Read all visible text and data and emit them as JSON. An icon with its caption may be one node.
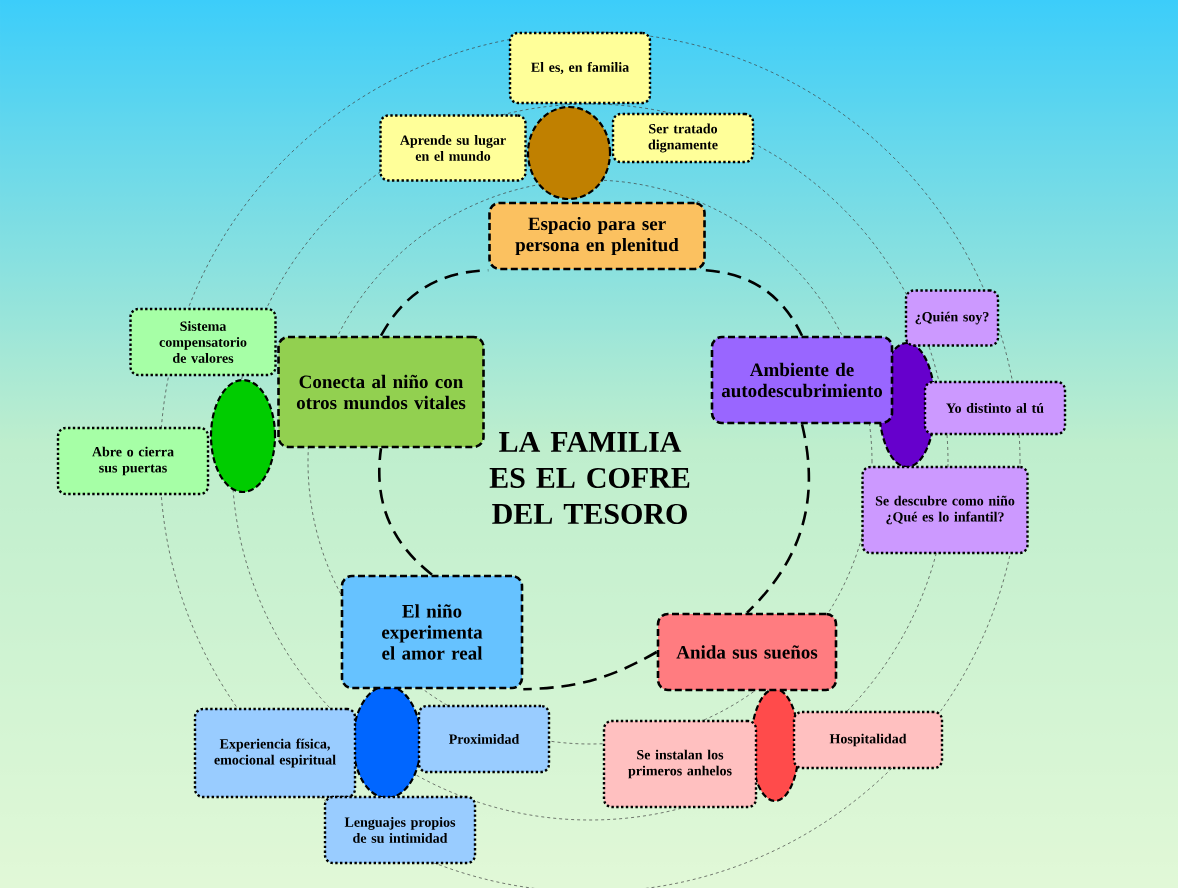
{
  "diagram": {
    "title": "LA FAMILIA ES EL COFRE DEL TESORO",
    "nodes": [
      {
        "text": [
          "El es, en familia"
        ]
      },
      {
        "text": [
          "Aprende su lugar en el mundo"
        ]
      },
      {
        "text": [
          "Ser tratado dignamente"
        ]
      },
      {
        "text": [
          "Espacio para ser persona en plenitud"
        ]
      },
      {
        "text": [
          "Sistema compensatorio de valores"
        ]
      },
      {
        "text": [
          "Ambiente de autodescubrimiento"
        ]
      },
      {
        "text": [
          "¿Quién soy?"
        ]
      },
      {
        "text": [
          "Conecta al niño con otros mundos vitales"
        ]
      },
      {
        "text": [
          "Yo distinto al tú"
        ]
      },
      {
        "text": [
          "Abre o cierra sus puertas"
        ]
      },
      {
        "text": [
          "Se descubre como niño ¿Qué es lo infantil?"
        ]
      },
      {
        "text": [
          "El niño experimenta el amor real"
        ]
      },
      {
        "text": [
          "Anida sus sueños"
        ]
      },
      {
        "text": [
          "Experiencia física, emocional espiritual"
        ]
      },
      {
        "text": [
          "Proximidad"
        ]
      },
      {
        "text": [
          "Se instalan los primeros anhelos"
        ]
      },
      {
        "text": [
          "Hospitalidad"
        ]
      },
      {
        "text": [
          "Lenguajes propios de su intimidad"
        ]
      },
      {
        "text": [],
        "shape": "circle"
      },
      {
        "text": [],
        "shape": "circle"
      },
      {
        "text": [],
        "shape": "circle"
      },
      {
        "text": [],
        "shape": "circle"
      },
      {
        "text": [],
        "shape": "circle"
      }
    ],
    "edges": [
      {
        "from": 3,
        "to": 5,
        "arrow": "none",
        "style": "dashed"
      },
      {
        "from": 5,
        "to": 12,
        "arrow": "none",
        "style": "dashed"
      },
      {
        "from": 12,
        "to": 11,
        "arrow": "none",
        "style": "dashed"
      },
      {
        "from": 11,
        "to": 7,
        "arrow": "none",
        "style": "dashed"
      },
      {
        "from": 7,
        "to": 3,
        "arrow": "none",
        "style": "dashed"
      }
    ]
  }
}
